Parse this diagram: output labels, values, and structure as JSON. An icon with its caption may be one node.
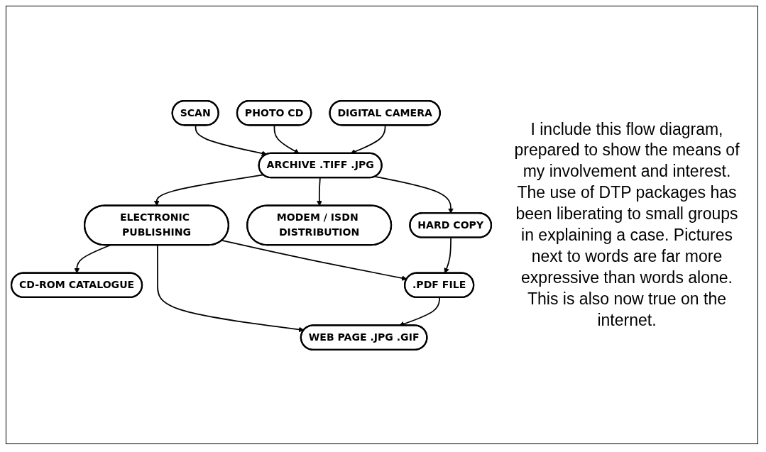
{
  "diagram": {
    "nodes": [
      {
        "text": [
          "SCAN"
        ]
      },
      {
        "text": [
          "PHOTO CD"
        ]
      },
      {
        "text": [
          "DIGITAL CAMERA"
        ]
      },
      {
        "text": [
          "ARCHIVE .TIFF .JPG"
        ]
      },
      {
        "text": [
          "HARD COPY"
        ]
      },
      {
        "text": [
          "MODEM / ISDN DISTRIBUTION"
        ]
      },
      {
        "text": [
          "ELECTRONIC PUBLISHING"
        ]
      },
      {
        "text": [
          "CD-ROM CATALOGUE"
        ]
      },
      {
        "text": [
          "WEB PAGE .JPG .GIF"
        ]
      },
      {
        "text": [
          ".PDF FILE"
        ]
      }
    ],
    "edges": [
      {
        "from": 0,
        "to": 3,
        "arrow": "to"
      },
      {
        "from": 1,
        "to": 3,
        "arrow": "to"
      },
      {
        "from": 2,
        "to": 3,
        "arrow": "to"
      },
      {
        "from": 3,
        "to": 4,
        "arrow": "to"
      },
      {
        "from": 3,
        "to": 6,
        "arrow": "to"
      },
      {
        "from": 3,
        "to": 5,
        "arrow": "to"
      },
      {
        "from": 6,
        "to": 7,
        "arrow": "to"
      },
      {
        "from": 6,
        "to": 9,
        "arrow": "to"
      },
      {
        "from": 6,
        "to": 8,
        "arrow": "to"
      },
      {
        "from": 9,
        "to": 8,
        "arrow": "to"
      },
      {
        "from": 4,
        "to": 9,
        "arrow": "to"
      }
    ],
    "labels": [
      "I include this flow diagram, prepared to show the means of my involvement and interest. The use of DTP packages has been liberating to small groups in explaining a case. Pictures next to words are far more expressive than words alone.  This is also now true on the internet."
    ]
  }
}
